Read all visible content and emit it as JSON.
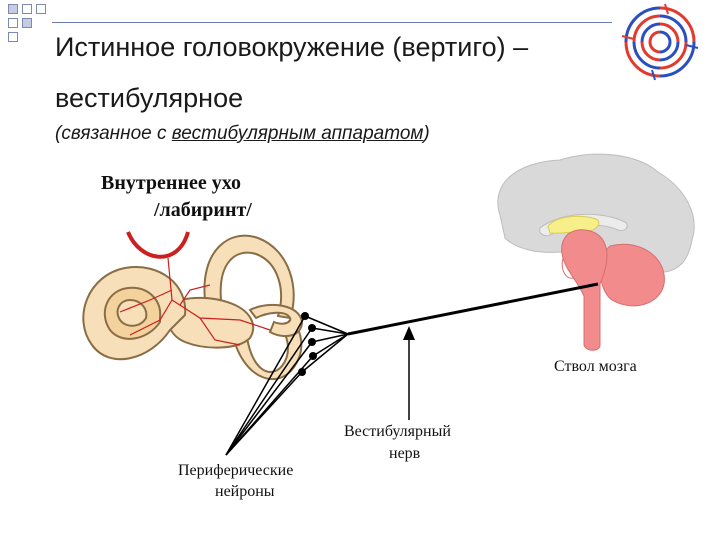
{
  "title": {
    "line1": "Истинное головокружение (вертиго) –",
    "line2": "вестибулярное"
  },
  "subtitle": {
    "before": "(связанное с ",
    "link": "вестибулярным аппаратом",
    "after": ")"
  },
  "labels": {
    "inner_ear_line1": "Внутреннее ухо",
    "inner_ear_line2": "/лабиринт/",
    "brainstem": "Ствол мозга",
    "nerve_line1": "Вестибулярный",
    "nerve_line2": "нерв",
    "neurons_line1": "Периферические",
    "neurons_line2": "нейроны"
  },
  "colors": {
    "labyrinth_fill": "#f6dfb9",
    "labyrinth_stroke": "#8a6d45",
    "brain_gray": "#d9d9d9",
    "brainstem_pink": "#f28b8b",
    "thalamus_yellow": "#f7ef8a",
    "vessel_red": "#cc1f1f",
    "nerve_black": "#000000",
    "accent_blue": "#6b7bb0"
  },
  "icons": {
    "logo": "spiral-swirl-logo",
    "nerve_arrow": "arrow-up-icon"
  }
}
